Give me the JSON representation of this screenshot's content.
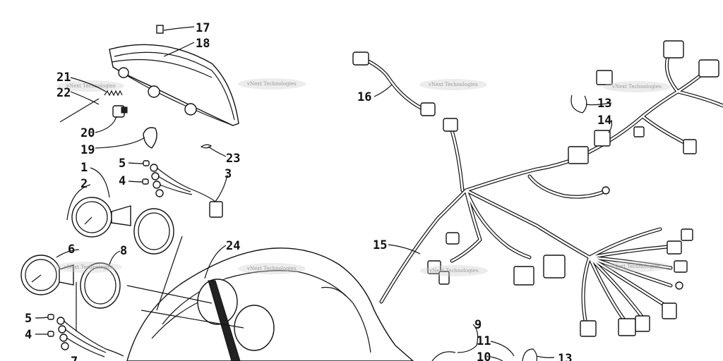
{
  "diagram": {
    "watermark": "vNext Technologies",
    "callouts": [
      {
        "id": "c17",
        "label": "17"
      },
      {
        "id": "c18",
        "label": "18"
      },
      {
        "id": "c21",
        "label": "21"
      },
      {
        "id": "c22",
        "label": "22"
      },
      {
        "id": "c20",
        "label": "20"
      },
      {
        "id": "c19",
        "label": "19"
      },
      {
        "id": "c23",
        "label": "23"
      },
      {
        "id": "c5a",
        "label": "5"
      },
      {
        "id": "c4a",
        "label": "4"
      },
      {
        "id": "c3",
        "label": "3"
      },
      {
        "id": "c1",
        "label": "1"
      },
      {
        "id": "c2",
        "label": "2"
      },
      {
        "id": "c6",
        "label": "6"
      },
      {
        "id": "c8",
        "label": "8"
      },
      {
        "id": "c24",
        "label": "24"
      },
      {
        "id": "c5b",
        "label": "5"
      },
      {
        "id": "c4b",
        "label": "4"
      },
      {
        "id": "c7",
        "label": "7"
      },
      {
        "id": "c16",
        "label": "16"
      },
      {
        "id": "c13a",
        "label": "13"
      },
      {
        "id": "c14",
        "label": "14"
      },
      {
        "id": "c15",
        "label": "15"
      },
      {
        "id": "c9",
        "label": "9"
      },
      {
        "id": "c11",
        "label": "11"
      },
      {
        "id": "c10",
        "label": "10"
      },
      {
        "id": "c13b",
        "label": "13"
      }
    ]
  }
}
